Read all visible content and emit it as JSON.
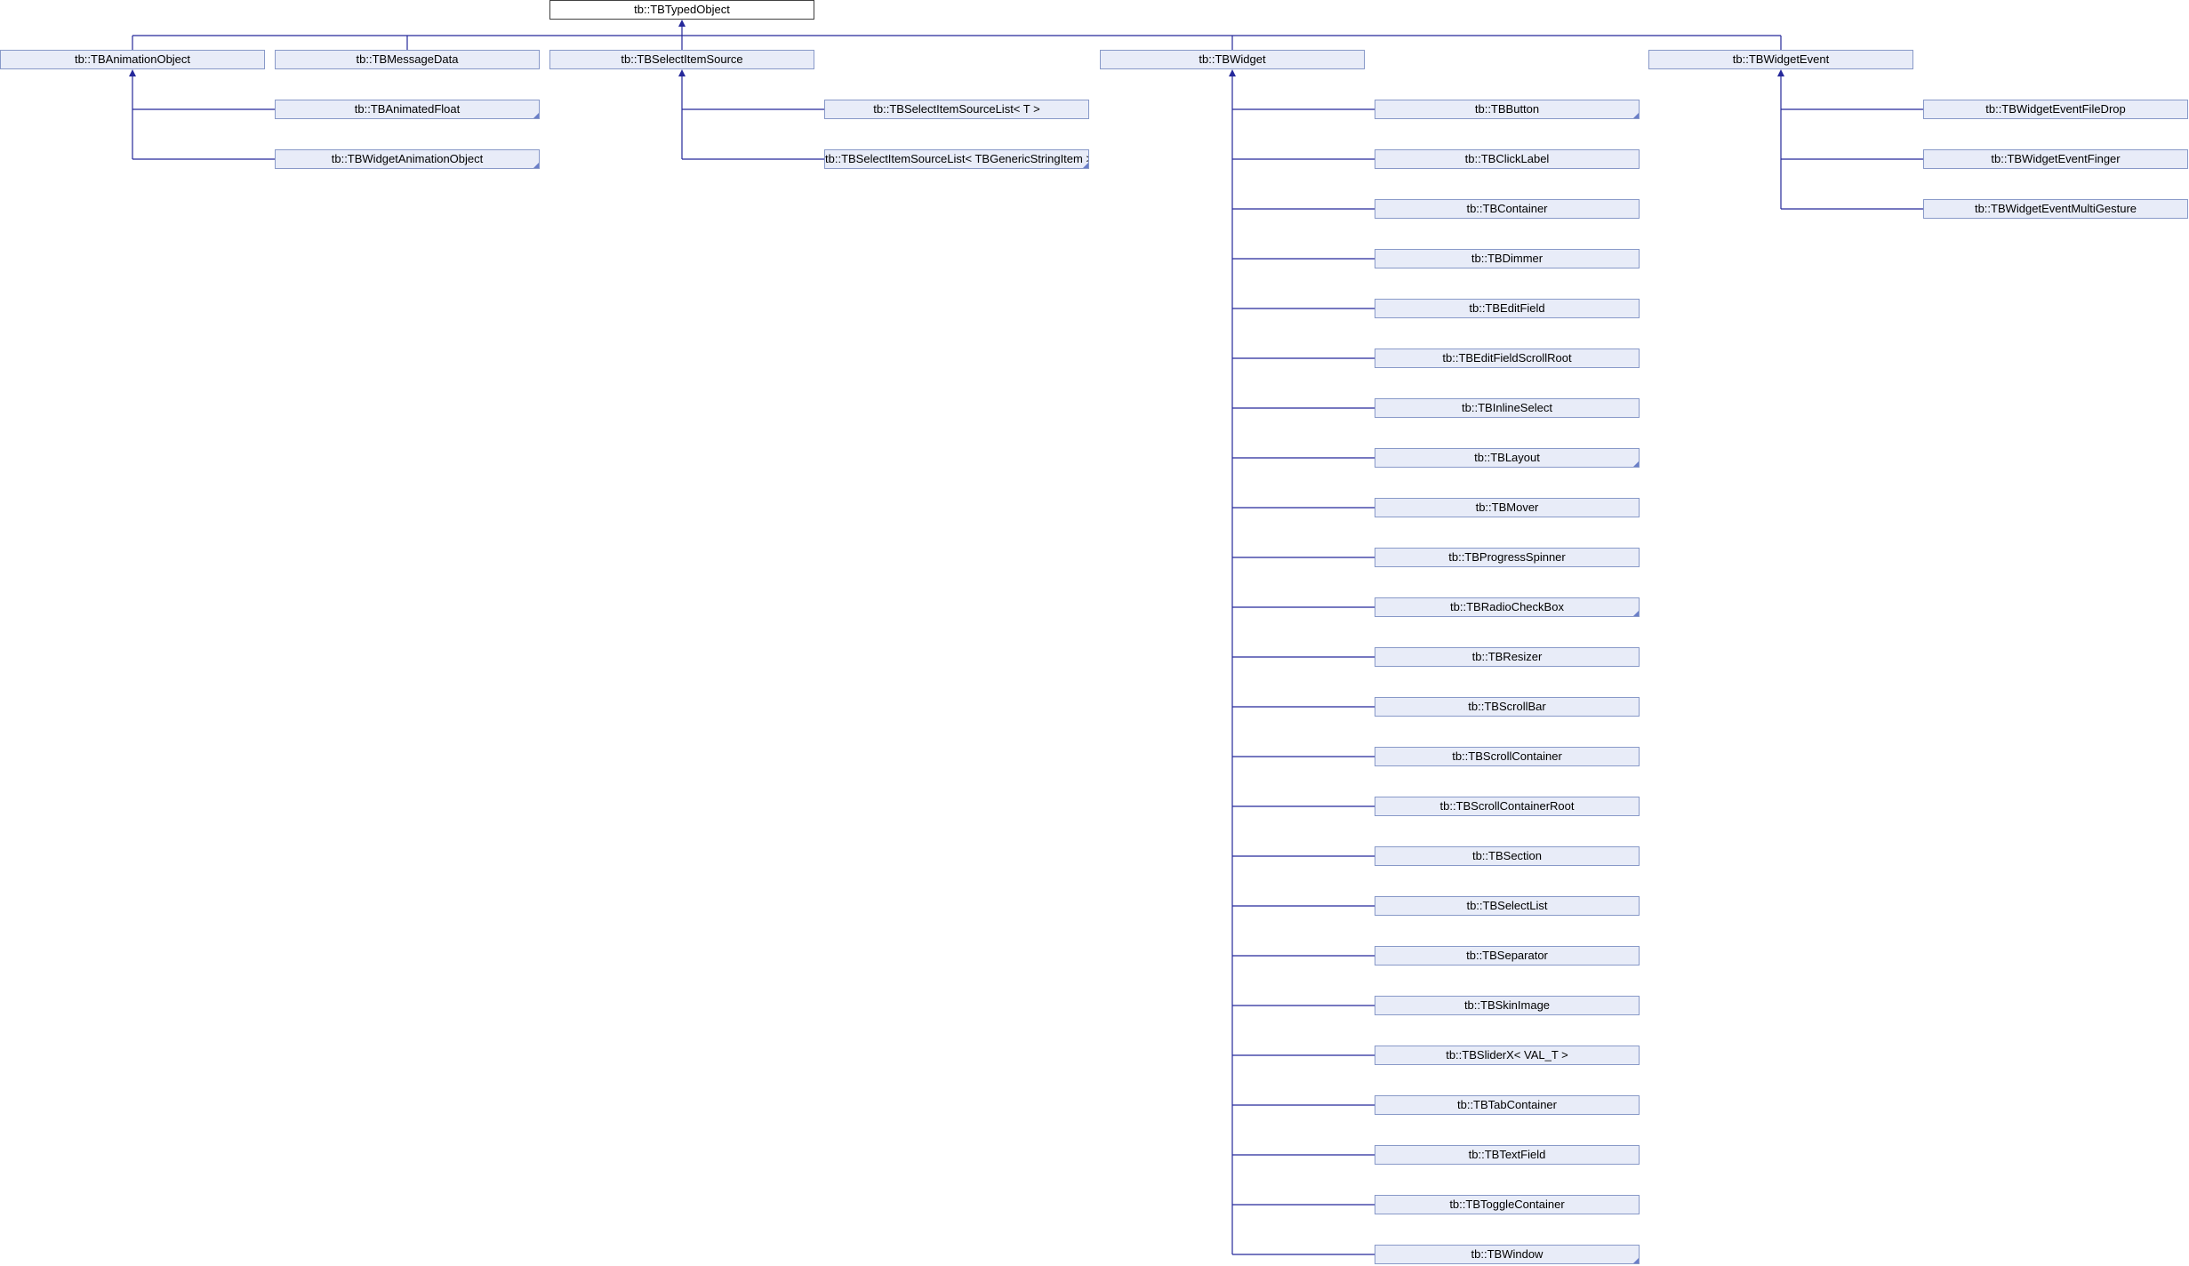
{
  "colors": {
    "edge": "#25289a",
    "node_fill": "#e8ecf8",
    "node_border": "#8899c8",
    "root_border": "#404040"
  },
  "root": {
    "id": "typed",
    "label": "tb::TBTypedObject"
  },
  "level1": [
    {
      "id": "anim",
      "label": "tb::TBAnimationObject"
    },
    {
      "id": "msg",
      "label": "tb::TBMessageData"
    },
    {
      "id": "sel",
      "label": "tb::TBSelectItemSource"
    },
    {
      "id": "widget",
      "label": "tb::TBWidget"
    },
    {
      "id": "wevent",
      "label": "tb::TBWidgetEvent"
    }
  ],
  "children": {
    "anim": [
      {
        "label": "tb::TBAnimatedFloat",
        "truncated": true
      },
      {
        "label": "tb::TBWidgetAnimationObject",
        "truncated": true
      }
    ],
    "sel": [
      {
        "label": "tb::TBSelectItemSourceList< T >",
        "truncated": false
      },
      {
        "label": "tb::TBSelectItemSourceList< TBGenericStringItem >",
        "truncated": true
      }
    ],
    "widget": [
      {
        "label": "tb::TBButton",
        "truncated": true
      },
      {
        "label": "tb::TBClickLabel",
        "truncated": false
      },
      {
        "label": "tb::TBContainer",
        "truncated": false
      },
      {
        "label": "tb::TBDimmer",
        "truncated": false
      },
      {
        "label": "tb::TBEditField",
        "truncated": false
      },
      {
        "label": "tb::TBEditFieldScrollRoot",
        "truncated": false
      },
      {
        "label": "tb::TBInlineSelect",
        "truncated": false
      },
      {
        "label": "tb::TBLayout",
        "truncated": true
      },
      {
        "label": "tb::TBMover",
        "truncated": false
      },
      {
        "label": "tb::TBProgressSpinner",
        "truncated": false
      },
      {
        "label": "tb::TBRadioCheckBox",
        "truncated": true
      },
      {
        "label": "tb::TBResizer",
        "truncated": false
      },
      {
        "label": "tb::TBScrollBar",
        "truncated": false
      },
      {
        "label": "tb::TBScrollContainer",
        "truncated": false
      },
      {
        "label": "tb::TBScrollContainerRoot",
        "truncated": false
      },
      {
        "label": "tb::TBSection",
        "truncated": false
      },
      {
        "label": "tb::TBSelectList",
        "truncated": false
      },
      {
        "label": "tb::TBSeparator",
        "truncated": false
      },
      {
        "label": "tb::TBSkinImage",
        "truncated": false
      },
      {
        "label": "tb::TBSliderX< VAL_T >",
        "truncated": false
      },
      {
        "label": "tb::TBTabContainer",
        "truncated": false
      },
      {
        "label": "tb::TBTextField",
        "truncated": false
      },
      {
        "label": "tb::TBToggleContainer",
        "truncated": false
      },
      {
        "label": "tb::TBWindow",
        "truncated": true
      }
    ],
    "wevent": [
      {
        "label": "tb::TBWidgetEventFileDrop",
        "truncated": false
      },
      {
        "label": "tb::TBWidgetEventFinger",
        "truncated": false
      },
      {
        "label": "tb::TBWidgetEventMultiGesture",
        "truncated": false
      }
    ]
  }
}
